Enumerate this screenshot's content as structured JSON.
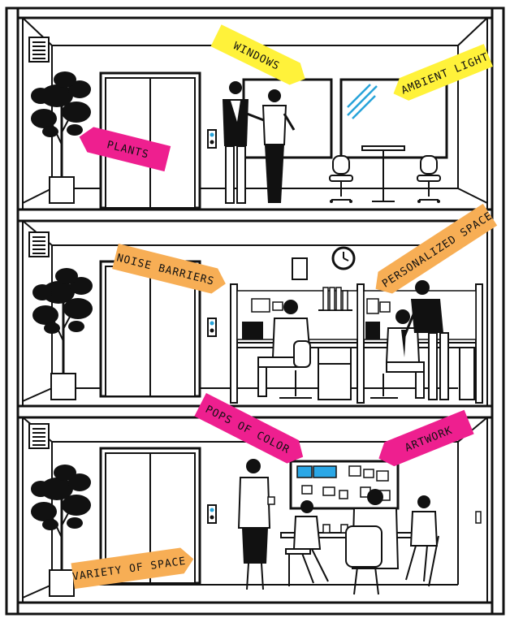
{
  "labels": {
    "windows": "WINDOWS",
    "ambient_light": "AMBIENT LIGHT",
    "plants": "PLANTS",
    "noise_barriers": "NOISE BARRIERS",
    "personalized_space": "PERSONALIZED SPACE",
    "pops_of_color": "POPS OF COLOR",
    "artwork": "ARTWORK",
    "variety_of_space": "VARIETY OF SPACE"
  },
  "colors": {
    "yellow": "#fff23a",
    "pink": "#ee1f8f",
    "orange": "#f7ae55",
    "board_blue": "#2aa7e6",
    "window_accent": "#27a3d9",
    "ink": "#111111"
  },
  "icons": {
    "plant": "potted-tree-icon",
    "clock": "wall-clock-icon",
    "vent": "air-vent-icon",
    "elevator": "elevator-icon"
  }
}
